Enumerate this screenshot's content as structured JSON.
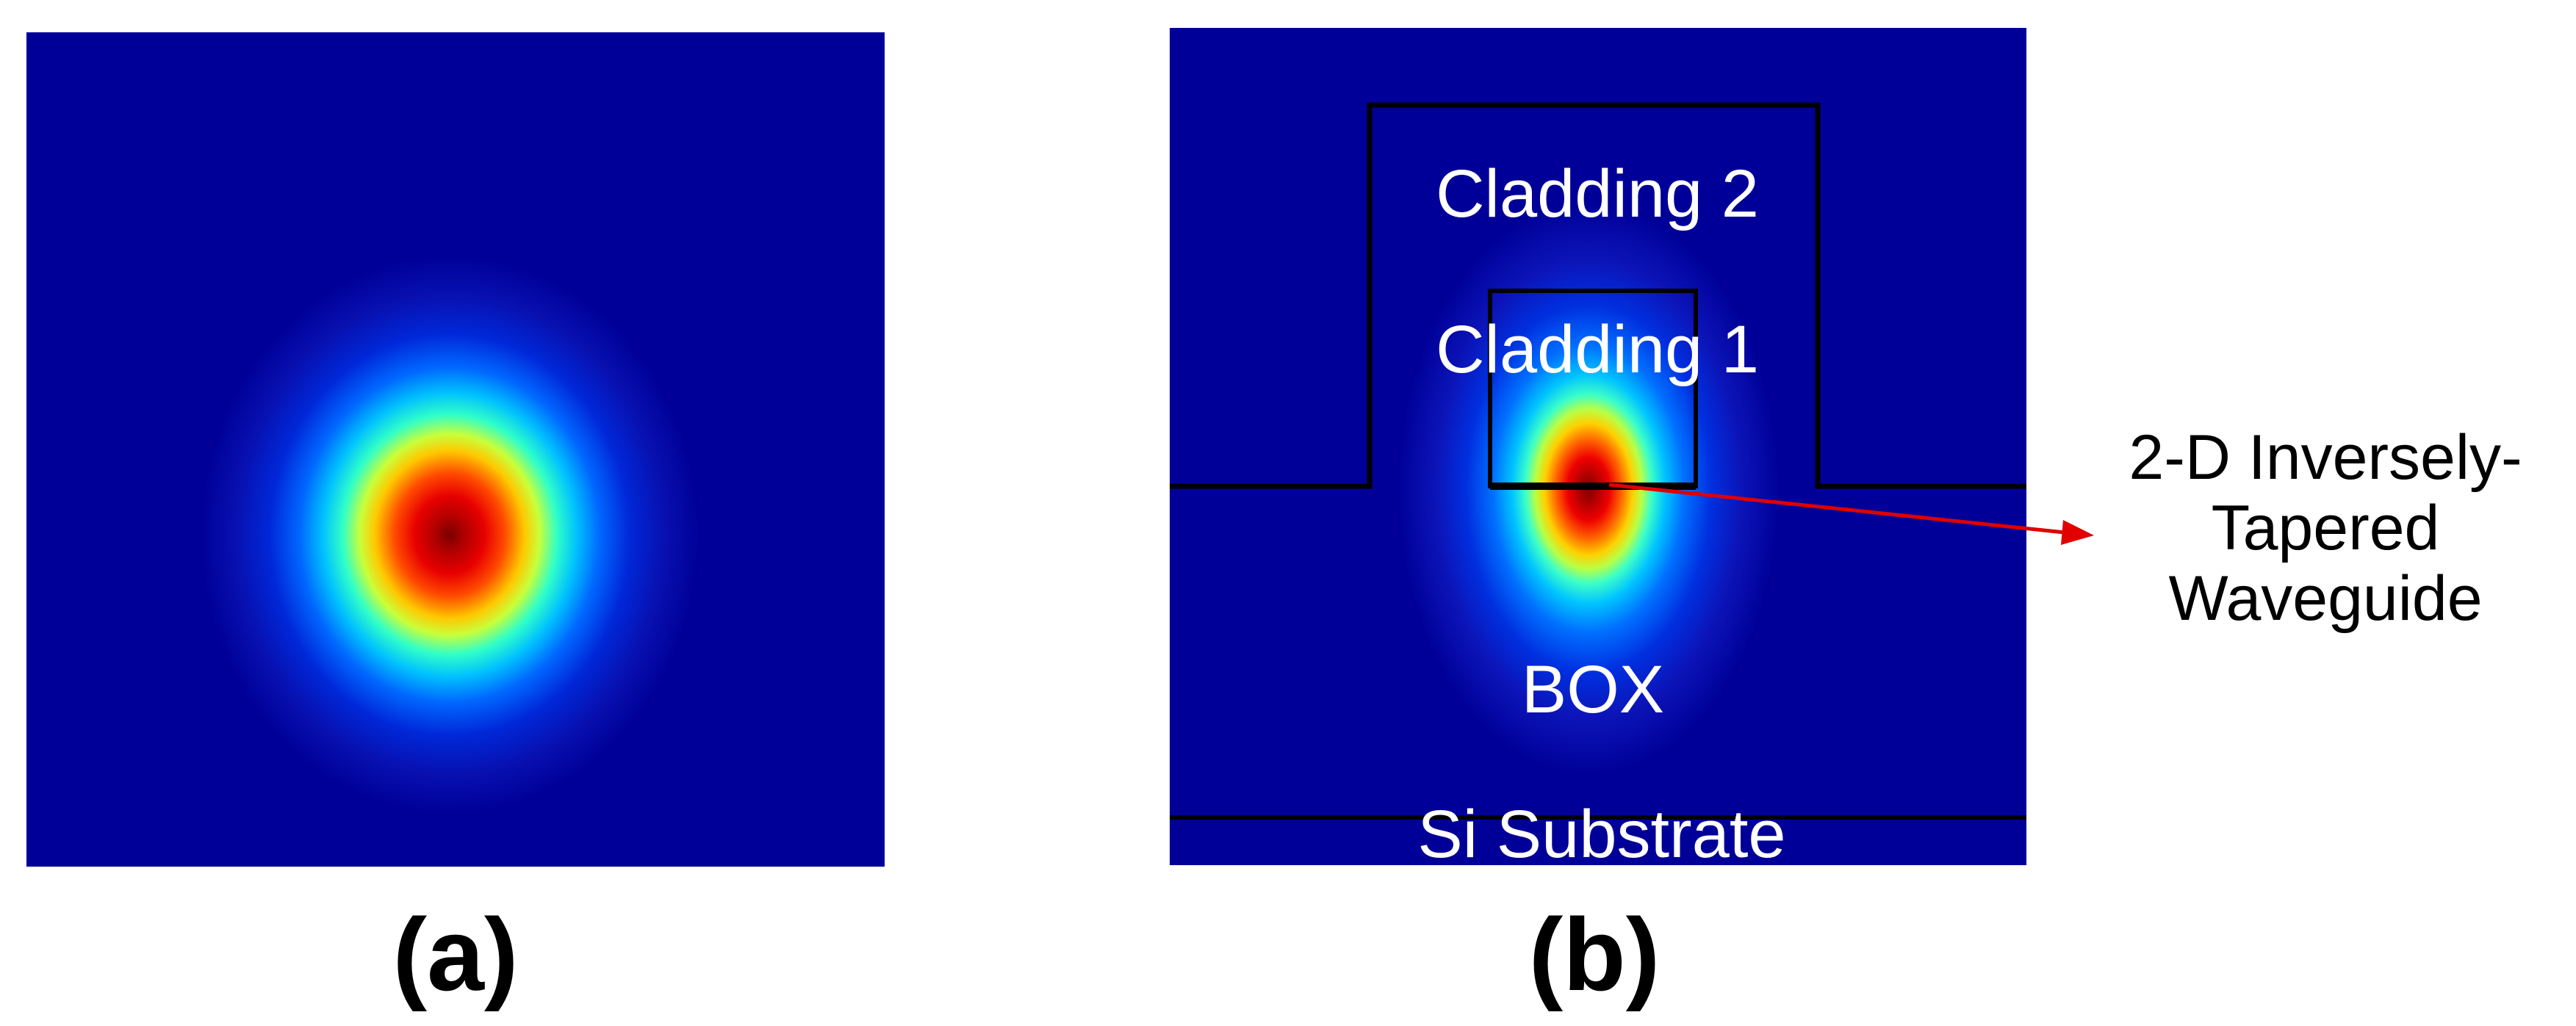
{
  "panels": [
    {
      "id": "a",
      "label": "(a)"
    },
    {
      "id": "b",
      "label": "(b)",
      "regions": {
        "cladding2": "Cladding 2",
        "cladding1": "Cladding 1",
        "box": "BOX",
        "substrate": "Si Substrate"
      },
      "annotation": {
        "lines": [
          "2-D Inversely-",
          "Tapered",
          "Waveguide"
        ],
        "arrow_color": "#e00000"
      }
    }
  ],
  "colors": {
    "field_background": "#000098",
    "field_peak": "#7a0000",
    "structure_outline": "#000000",
    "region_text": "#ffffff"
  }
}
